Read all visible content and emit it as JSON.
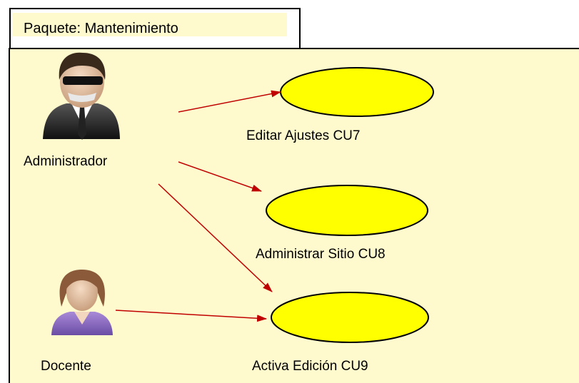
{
  "package": {
    "title": "Paquete: Mantenimiento"
  },
  "actors": [
    {
      "name": "Administrador",
      "icon": "administrator-user-icon"
    },
    {
      "name": "Docente",
      "icon": "teacher-user-icon"
    }
  ],
  "use_cases": [
    {
      "label": "Editar Ajustes CU7"
    },
    {
      "label": "Administrar Sitio CU8"
    },
    {
      "label": "Activa Edición CU9"
    }
  ],
  "colors": {
    "package_fill": "#fffacd",
    "use_case_fill": "#ffff00",
    "arrow": "#c00000",
    "border": "#000000"
  }
}
